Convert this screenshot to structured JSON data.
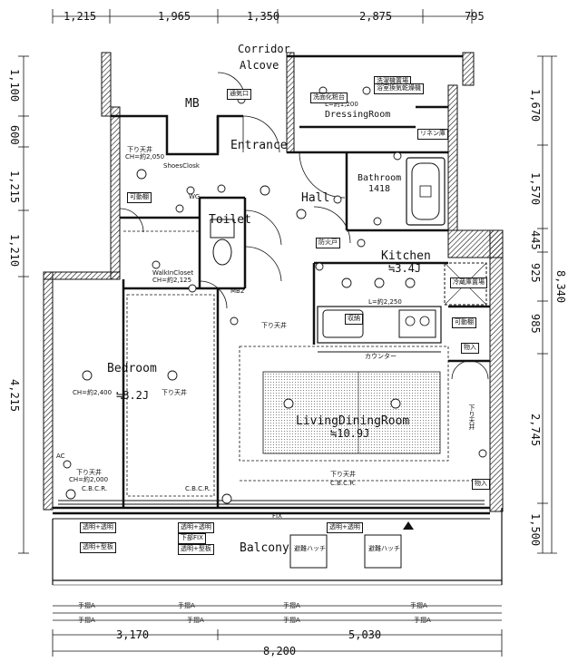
{
  "top_dims": [
    "1,215",
    "1,965",
    "1,350",
    "2,875",
    "795"
  ],
  "bottom_dims": {
    "left": "3,170",
    "right": "5,030",
    "total": "8,200"
  },
  "left_dims": [
    "1,100",
    "600",
    "1,215",
    "1,210",
    "4,215"
  ],
  "right_dims": [
    "1,670",
    "1,570",
    "445",
    "925",
    "985",
    "2,745",
    "1,500",
    "8,340"
  ],
  "rooms": {
    "corridor": "Corridor",
    "alcove": "Alcove",
    "mb": "MB",
    "entrance": "Entrance",
    "dressing": "DressingRoom",
    "dressing_l": "L=約1,200",
    "bathroom": "Bathroom",
    "bath_size": "1418",
    "hall": "Hall",
    "toilet": "Toilet",
    "kitchen": "Kitchen",
    "kitchen_size": "≒3.4J",
    "bedroom": "Bedroom",
    "bedroom_size": "≒8.2J",
    "ldr": "LivingDiningRoom",
    "ldr_size": "≒10.9J",
    "balcony": "Balcony",
    "walkin": "WalkInCloset",
    "walkin_ch": "CH=約2,125",
    "shoes": "ShoesClosk",
    "counter": "カウンター",
    "l_kitchen": "L=約2,250"
  },
  "labels": {
    "sag_ceiling": "下り天井",
    "ch_2050": "CH=約2,050",
    "ch_2400": "CH=約2,400",
    "ch_2000": "CH=約2,000",
    "cbcr": "C.B.C.R.",
    "fix": "FIX",
    "mb2": "MB2",
    "ac": "AC",
    "hosui": "防火戸",
    "fridge": "冷蔵庫置場",
    "shunou": "収納",
    "mono": "物入",
    "dryer": "洗濯機置場",
    "linen": "リネン庫",
    "kayo": "可動棚",
    "transparent": "透明+透明",
    "mist": "透明+型板",
    "lower_fix": "下部FIX",
    "evac": "避難ハッチ",
    "tesuri": "手摺A",
    "stor": "物入",
    "tsuu": "通気口",
    "wg": "WG",
    "bath_ex": "浴室換気乾燥機",
    "sen": "洗面化粧台"
  }
}
